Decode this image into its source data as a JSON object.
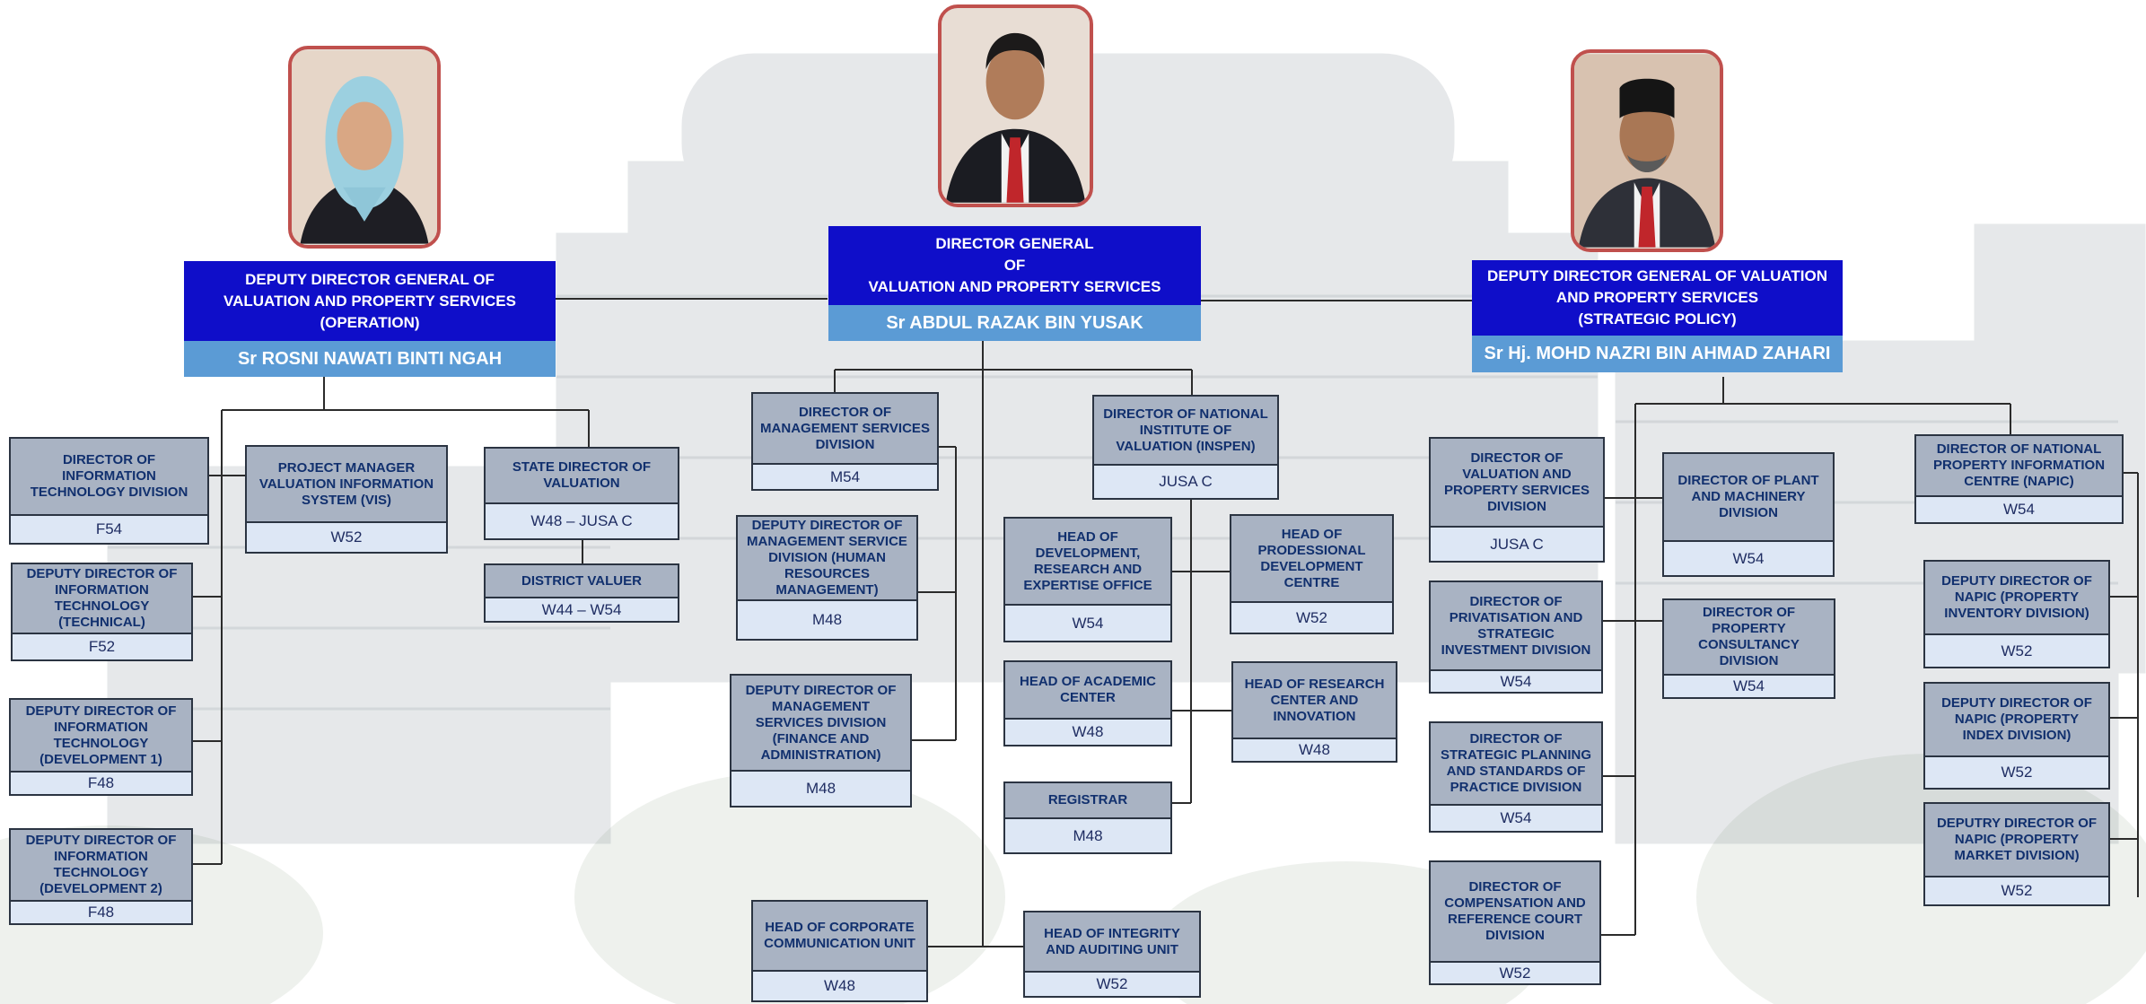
{
  "colors": {
    "header_bg": "#0f0ec9",
    "name_bar_bg": "#5b9bd5",
    "box_title_bg": "#a9b3c3",
    "box_grade_bg": "#dde7f5",
    "photo_border": "#c0504d"
  },
  "leaders": {
    "dg": {
      "title_lines": [
        "DIRECTOR GENERAL",
        "OF",
        "VALUATION AND PROPERTY SERVICES"
      ],
      "name": "Sr ABDUL RAZAK BIN YUSAK"
    },
    "ddg_operation": {
      "title_lines": [
        "DEPUTY DIRECTOR GENERAL OF",
        "VALUATION AND PROPERTY SERVICES",
        "(OPERATION)"
      ],
      "name": "Sr ROSNI NAWATI BINTI NGAH"
    },
    "ddg_policy": {
      "title_lines": [
        "DEPUTY DIRECTOR GENERAL OF VALUATION",
        "AND PROPERTY SERVICES",
        "(STRATEGIC POLICY)"
      ],
      "name": "Sr Hj. MOHD NAZRI BIN AHMAD ZAHARI"
    }
  },
  "units": {
    "it_division": {
      "title": "DIRECTOR OF INFORMATION TECHNOLOGY DIVISION",
      "grade": "F54"
    },
    "dd_it_technical": {
      "title": "DEPUTY DIRECTOR OF INFORMATION TECHNOLOGY (TECHNICAL)",
      "grade": "F52"
    },
    "dd_it_dev1": {
      "title": "DEPUTY DIRECTOR OF INFORMATION TECHNOLOGY (DEVELOPMENT 1)",
      "grade": "F48"
    },
    "dd_it_dev2": {
      "title": "DEPUTY DIRECTOR OF INFORMATION TECHNOLOGY (DEVELOPMENT 2)",
      "grade": "F48"
    },
    "vis_pm": {
      "title": "PROJECT MANAGER VALUATION INFORMATION SYSTEM (VIS)",
      "grade": "W52"
    },
    "state_director": {
      "title": "STATE DIRECTOR OF VALUATION",
      "grade": "W48 – JUSA C"
    },
    "district_valuer": {
      "title": "DISTRICT VALUER",
      "grade": "W44 – W54"
    },
    "msd_director": {
      "title": "DIRECTOR OF MANAGEMENT SERVICES DIVISION",
      "grade": "M54"
    },
    "msd_hr": {
      "title": "DEPUTY DIRECTOR OF MANAGEMENT SERVICE DIVISION (HUMAN RESOURCES MANAGEMENT)",
      "grade": "M48"
    },
    "msd_fin": {
      "title": "DEPUTY DIRECTOR OF MANAGEMENT SERVICES DIVISION (FINANCE AND ADMINISTRATION)",
      "grade": "M48"
    },
    "corp_comm": {
      "title": "HEAD OF CORPORATE COMMUNICATION UNIT",
      "grade": "W48"
    },
    "integrity": {
      "title": "HEAD OF INTEGRITY AND AUDITING UNIT",
      "grade": "W52"
    },
    "inspen": {
      "title": "DIRECTOR OF NATIONAL INSTITUTE OF VALUATION (INSPEN)",
      "grade": "JUSA C"
    },
    "dev_research": {
      "title": "HEAD OF DEVELOPMENT, RESEARCH AND EXPERTISE OFFICE",
      "grade": "W54"
    },
    "prof_dev": {
      "title": "HEAD OF PRODESSIONAL DEVELOPMENT CENTRE",
      "grade": "W52"
    },
    "academic": {
      "title": "HEAD OF ACADEMIC CENTER",
      "grade": "W48"
    },
    "research_centre": {
      "title": "HEAD OF RESEARCH CENTER AND INNOVATION",
      "grade": "W48"
    },
    "registrar": {
      "title": "REGISTRAR",
      "grade": "M48"
    },
    "vps_director": {
      "title": "DIRECTOR OF VALUATION AND PROPERTY SERVICES DIVISION",
      "grade": "JUSA C"
    },
    "privatisation": {
      "title": "DIRECTOR OF PRIVATISATION AND STRATEGIC INVESTMENT DIVISION",
      "grade": "W54"
    },
    "strategic_planning": {
      "title": "DIRECTOR OF STRATEGIC PLANNING AND STANDARDS OF PRACTICE DIVISION",
      "grade": "W54"
    },
    "compensation": {
      "title": "DIRECTOR OF COMPENSATION AND REFERENCE COURT DIVISION",
      "grade": "W52"
    },
    "plant_machinery": {
      "title": "DIRECTOR OF PLANT AND MACHINERY DIVISION",
      "grade": "W54"
    },
    "property_consultancy": {
      "title": "DIRECTOR OF PROPERTY CONSULTANCY DIVISION",
      "grade": "W54"
    },
    "napic": {
      "title": "DIRECTOR OF NATIONAL PROPERTY INFORMATION CENTRE (NAPIC)",
      "grade": "W54"
    },
    "napic_inventory": {
      "title": "DEPUTY DIRECTOR OF NAPIC (PROPERTY INVENTORY DIVISION)",
      "grade": "W52"
    },
    "napic_index": {
      "title": "DEPUTY DIRECTOR OF NAPIC (PROPERTY INDEX DIVISION)",
      "grade": "W52"
    },
    "napic_market": {
      "title": "DEPUTRY DIRECTOR OF NAPIC (PROPERTY MARKET DIVISION)",
      "grade": "W52"
    }
  }
}
